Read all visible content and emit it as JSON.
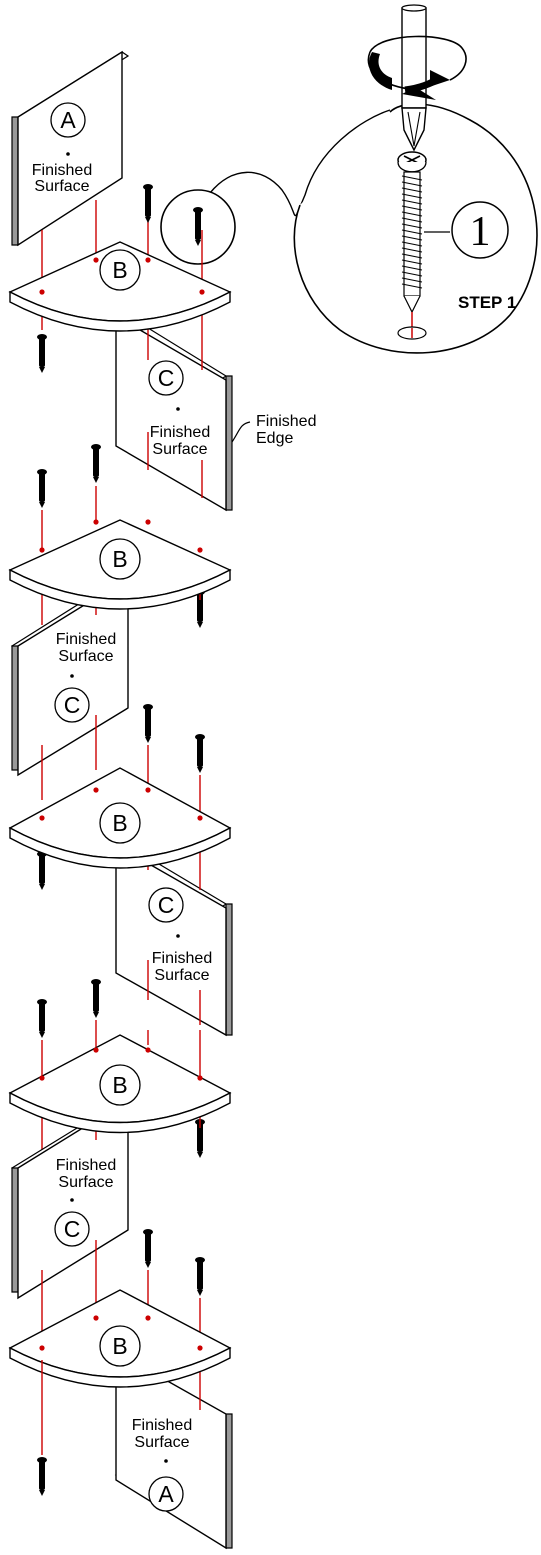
{
  "title": "",
  "colors": {
    "line": "#000000",
    "screw_axis": "#cc0000",
    "edge_gray": "#999999",
    "background": "#ffffff"
  },
  "parts": {
    "A": "A",
    "B": "B",
    "C": "C"
  },
  "labels": {
    "finished_line1": "Finished",
    "finished_surface_line2": "Surface",
    "finished_edge_line2": "Edge"
  },
  "detail": {
    "step_label": "STEP 1",
    "hardware_number": "1",
    "hardware_icon": "screw-icon",
    "tool_icon": "screwdriver-icon",
    "rotation_icon": "clockwise-arrow-icon"
  }
}
